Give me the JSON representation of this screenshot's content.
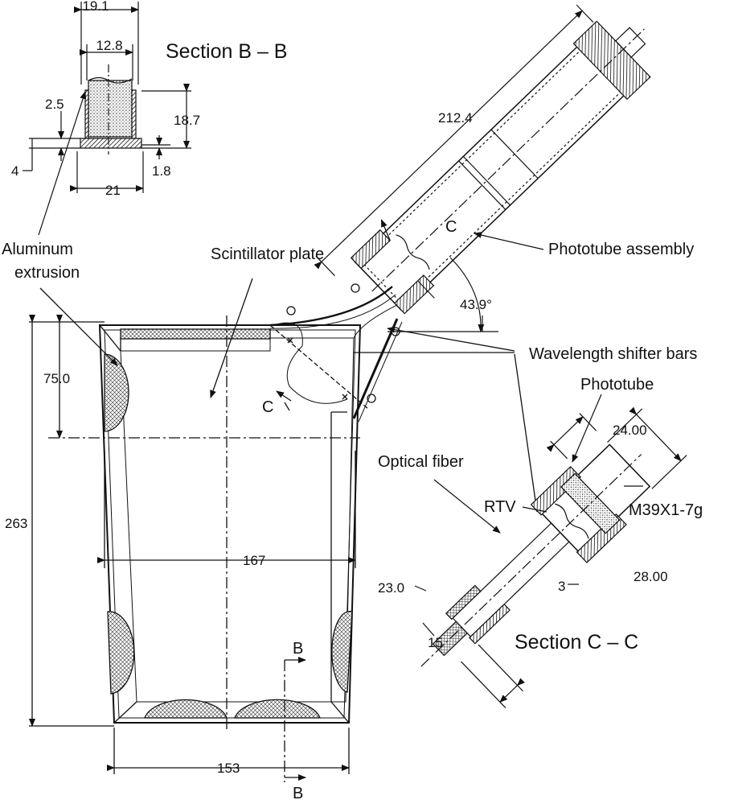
{
  "sections": {
    "bb": "Section B – B",
    "cc": "Section C – C"
  },
  "callouts": {
    "aluminum_1": "Aluminum",
    "aluminum_2": "extrusion",
    "scintillator": "Scintillator plate",
    "phototube_assembly": "Phototube assembly",
    "wls_bars": "Wavelength shifter bars",
    "phototube": "Phototube",
    "optical_fiber": "Optical fiber",
    "rtv": "RTV"
  },
  "dims": {
    "d19_1": "19.1",
    "d12_8": "12.8",
    "d2_5": "2.5",
    "d18_7": "18.7",
    "d4": "4",
    "d1_8": "1.8",
    "d21": "21",
    "d212_4": "212.4",
    "d43_9": "43.9°",
    "d75": "75.0",
    "d263": "263",
    "d167": "167",
    "d153": "153",
    "d24": "24.00",
    "m39": "M39X1-7g",
    "d28": "28.00",
    "d3": "3",
    "d23": "23.0",
    "d15": "15"
  },
  "markers": {
    "b_top": "B",
    "b_bottom": "B",
    "c_upper": "C",
    "c_lower": "C"
  }
}
